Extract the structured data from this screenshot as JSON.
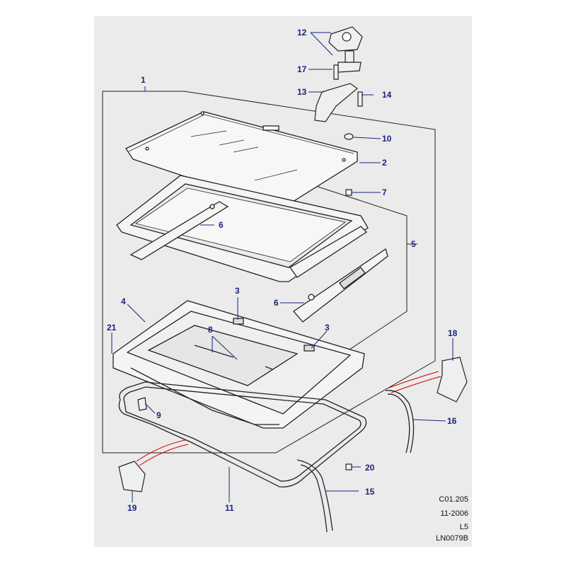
{
  "diagram": {
    "callouts": {
      "c1": "1",
      "c2": "2",
      "c3a": "3",
      "c3b": "3",
      "c4": "4",
      "c5": "5",
      "c6a": "6",
      "c6b": "6",
      "c7": "7",
      "c8": "8",
      "c9": "9",
      "c10": "10",
      "c11": "11",
      "c12": "12",
      "c13": "13",
      "c14": "14",
      "c15": "15",
      "c16": "16",
      "c17": "17",
      "c18": "18",
      "c19": "19",
      "c20": "20",
      "c21": "21"
    },
    "reference": {
      "code": "C01.205",
      "date": "11-2006",
      "variant": "L5",
      "drawing_number": "LN0079B"
    },
    "colors": {
      "panel": "#ebebeb",
      "callout_text": "#1a237e",
      "leader_line": "#1a237e",
      "part_line": "#222222",
      "highlight": "#cc0000"
    }
  }
}
